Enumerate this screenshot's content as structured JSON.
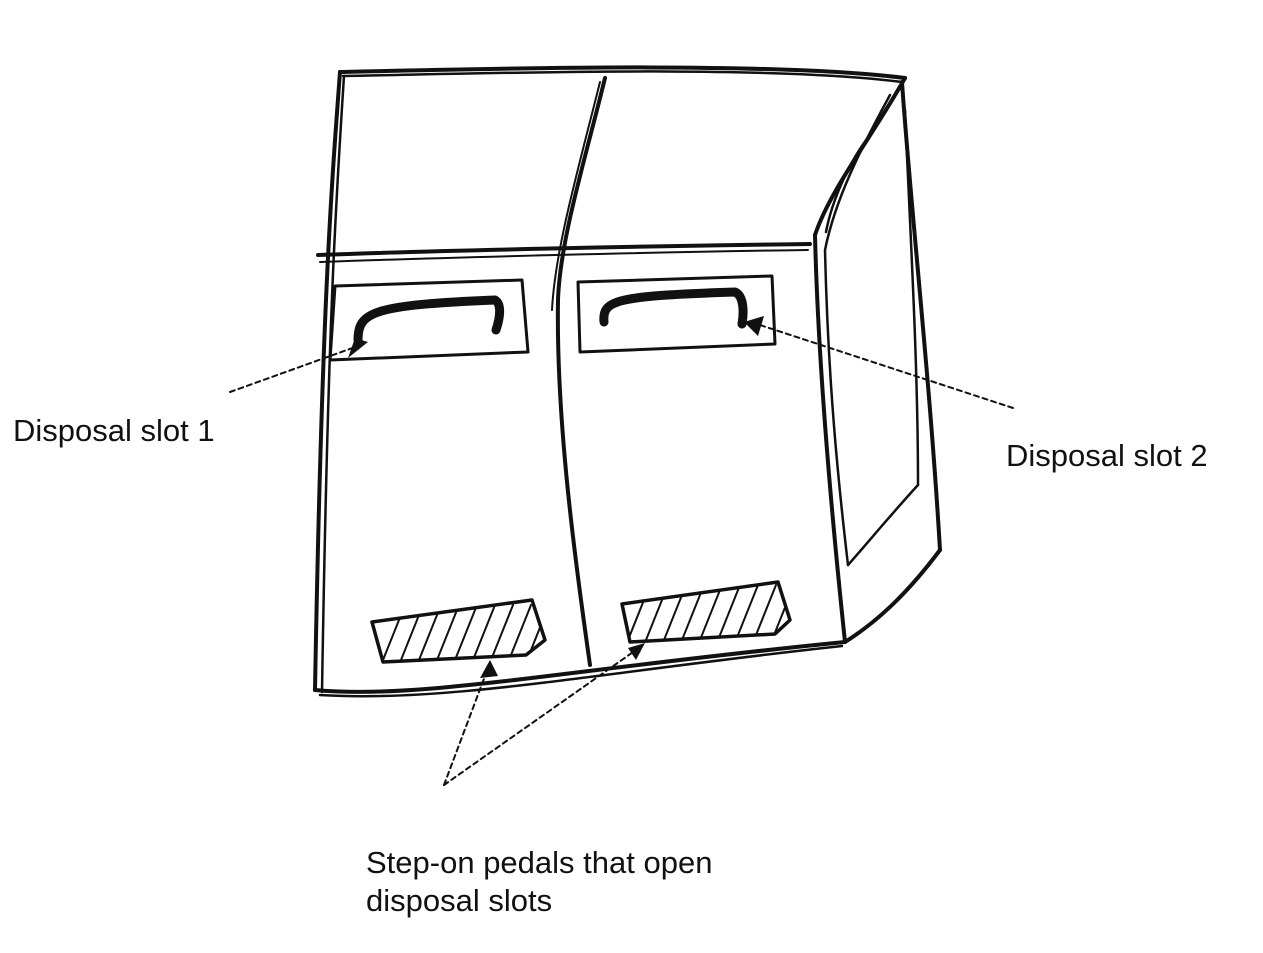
{
  "labels": {
    "slot_1": "Disposal slot 1",
    "slot_2": "Disposal slot 2",
    "pedals_line_1": "Step-on pedals that open",
    "pedals_line_2": "disposal slots"
  },
  "colors": {
    "ink": "#111111",
    "background": "#ffffff"
  }
}
